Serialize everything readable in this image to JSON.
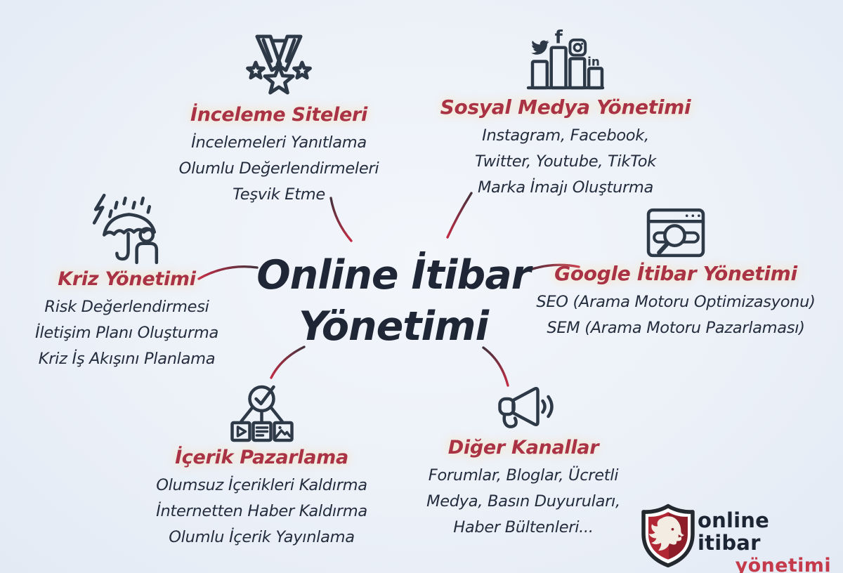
{
  "center": {
    "title_line1": "Online İtibar",
    "title_line2": "Yönetimi"
  },
  "branches": [
    {
      "id": "inceleme-siteleri",
      "icon": "medal-stars-icon",
      "title": "İnceleme Siteleri",
      "lines": [
        "İncelemeleri Yanıtlama",
        "Olumlu Değerlendirmeleri",
        "Teşvik Etme"
      ]
    },
    {
      "id": "sosyal-medya-yonetimi",
      "icon": "social-bar-chart-icon",
      "title": "Sosyal Medya Yönetimi",
      "lines": [
        "Instagram, Facebook,",
        "Twitter, Youtube, TikTok",
        "Marka İmajı Oluşturma"
      ]
    },
    {
      "id": "kriz-yonetimi",
      "icon": "umbrella-storm-icon",
      "title": "Kriz Yönetimi",
      "lines": [
        "Risk Değerlendirmesi",
        "İletişim Planı Oluşturma",
        "Kriz İş Akışını Planlama"
      ]
    },
    {
      "id": "google-itibar-yonetimi",
      "icon": "browser-search-icon",
      "title": "Google İtibar Yönetimi",
      "lines": [
        "SEO (Arama Motoru Optimizasyonu)",
        "SEM (Arama Motoru Pazarlaması)"
      ]
    },
    {
      "id": "icerik-pazarlama",
      "icon": "content-check-icon",
      "title": "İçerik Pazarlama",
      "lines": [
        "Olumsuz İçerikleri Kaldırma",
        "İnternetten Haber Kaldırma",
        "Olumlu İçerik Yayınlama"
      ]
    },
    {
      "id": "diger-kanallar",
      "icon": "megaphone-icon",
      "title": "Diğer Kanallar",
      "lines": [
        "Forumlar, Bloglar, Ücretli",
        "Medya, Basın Duyuruları,",
        "Haber Bültenleri..."
      ]
    }
  ],
  "logo": {
    "brand_line1": "online itibar",
    "brand_line2": "yönetimi"
  },
  "colors": {
    "background": "#ecf1f8",
    "heading": "#a93244",
    "body_text": "#242d3d",
    "center_title": "#1f2736",
    "icon_stroke": "#2e3947",
    "connector_dark": "#43323c",
    "connector_red": "#c22c45",
    "logo_red": "#b12733",
    "logo_dark": "#1c2534",
    "logo_cream": "#f2ece3"
  }
}
